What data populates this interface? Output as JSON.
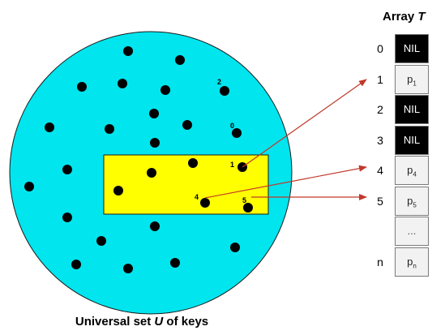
{
  "caption": {
    "prefix": "Universal set ",
    "var": "U",
    "suffix": " of keys"
  },
  "array": {
    "prefix": "Array ",
    "var": "T"
  },
  "colors": {
    "universe_fill": "#00e5ee",
    "keyset_fill": "#ffff00",
    "arrow": "#c0392b",
    "nil_cell": "#000000",
    "cell": "#f2f2f2"
  },
  "key_labels": {
    "k2": "2",
    "k0": "0",
    "k1": "1",
    "k4": "4",
    "k5": "5"
  },
  "rows": [
    {
      "index": "0",
      "kind": "nil",
      "text": "NIL"
    },
    {
      "index": "1",
      "kind": "ptr",
      "base": "p",
      "sub": "1"
    },
    {
      "index": "2",
      "kind": "nil",
      "text": "NIL"
    },
    {
      "index": "3",
      "kind": "nil",
      "text": "NIL"
    },
    {
      "index": "4",
      "kind": "ptr",
      "base": "p",
      "sub": "4"
    },
    {
      "index": "5",
      "kind": "ptr",
      "base": "p",
      "sub": "5"
    },
    {
      "index": "",
      "kind": "dots",
      "text": "..."
    },
    {
      "index": "n",
      "kind": "ptr",
      "base": "p",
      "sub": "n"
    }
  ]
}
